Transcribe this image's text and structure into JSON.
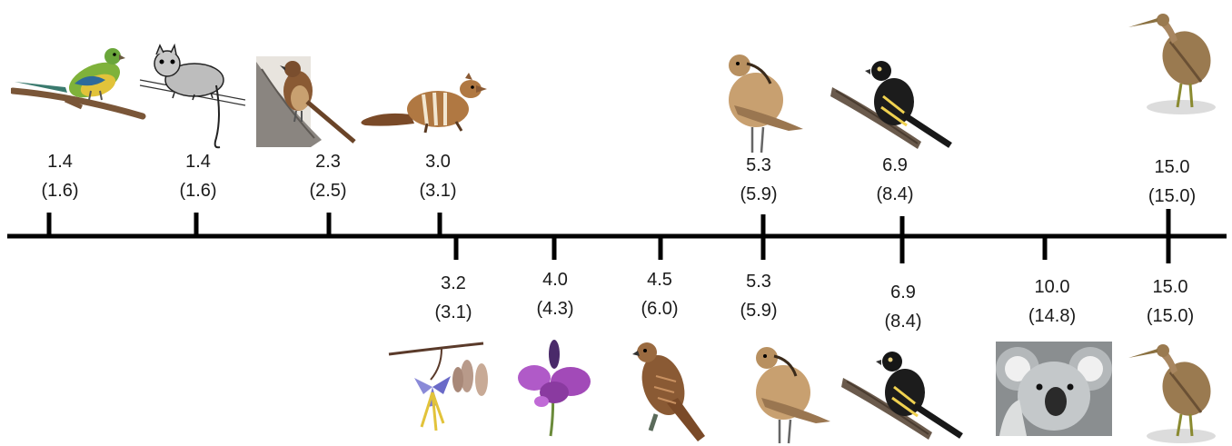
{
  "top_entries": [
    {
      "value": "1.4",
      "paren": "(1.6)",
      "icon": "orange-bellied-parrot"
    },
    {
      "value": "1.4",
      "paren": "(1.6)",
      "icon": "possum"
    },
    {
      "value": "2.3",
      "paren": "(2.5)",
      "icon": "bristlebird"
    },
    {
      "value": "3.0",
      "paren": "(3.1)",
      "icon": "numbat"
    },
    {
      "value": "5.3",
      "paren": "(5.9)",
      "icon": "curlew"
    },
    {
      "value": "6.9",
      "paren": "(8.4)",
      "icon": "regent-honeyeater"
    },
    {
      "value": "15.0",
      "paren": "(15.0)",
      "icon": "bittern"
    }
  ],
  "bottom_entries": [
    {
      "value": "3.2",
      "paren": "(3.1)",
      "icon": "orchid-flower"
    },
    {
      "value": "4.0",
      "paren": "(4.3)",
      "icon": "purple-pea-flower"
    },
    {
      "value": "4.5",
      "paren": "(6.0)",
      "icon": "hawk"
    },
    {
      "value": "5.3",
      "paren": "(5.9)",
      "icon": "curlew"
    },
    {
      "value": "6.9",
      "paren": "(8.4)",
      "icon": "regent-honeyeater"
    },
    {
      "value": "10.0",
      "paren": "(14.8)",
      "icon": "koala"
    },
    {
      "value": "15.0",
      "paren": "(15.0)",
      "icon": "bittern"
    }
  ],
  "colors": {
    "axis": "#000000",
    "text": "#1a1a1a"
  }
}
